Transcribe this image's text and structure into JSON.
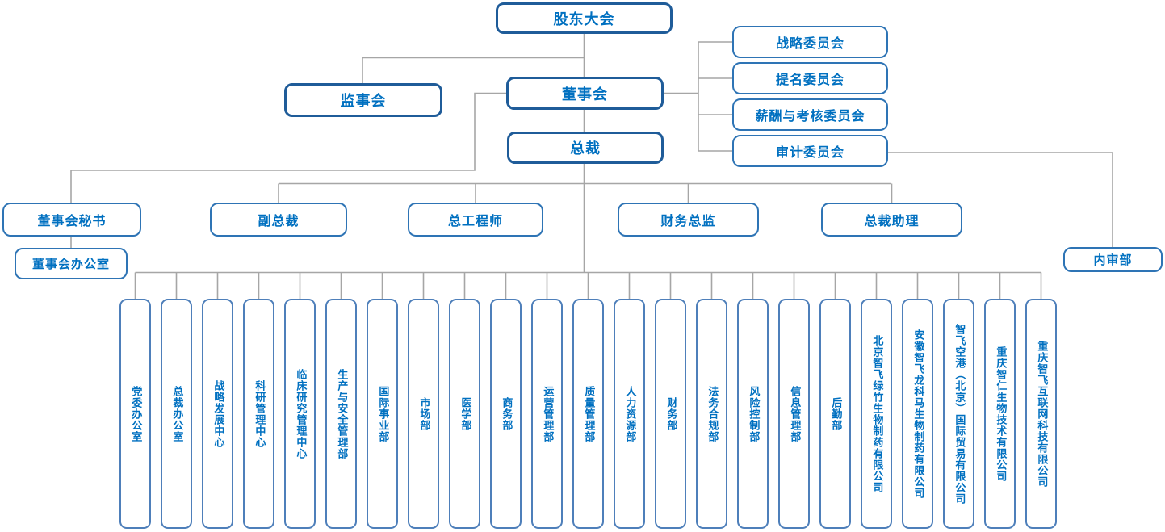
{
  "colors": {
    "text": "#0070C0",
    "tier1_border": "#1F5C99",
    "tier2_border": "#2E74B5",
    "tier3_border": "#4E7FBA",
    "line": "#A6A6A6"
  },
  "nodes": {
    "shareholders_meeting": {
      "label": "股东大会"
    },
    "supervisory_board": {
      "label": "监事会"
    },
    "board_of_directors": {
      "label": "董事会"
    },
    "president": {
      "label": "总裁"
    },
    "board_secretary": {
      "label": "董事会秘书"
    },
    "board_office": {
      "label": "董事会办公室"
    },
    "vice_president": {
      "label": "副总裁"
    },
    "chief_engineer": {
      "label": "总工程师"
    },
    "finance_director": {
      "label": "财务总监"
    },
    "president_assistant": {
      "label": "总裁助理"
    },
    "internal_audit_dept": {
      "label": "内审部"
    }
  },
  "committees": {
    "items": [
      {
        "label": "战略委员会"
      },
      {
        "label": "提名委员会"
      },
      {
        "label": "薪酬与考核委员会"
      },
      {
        "label": "审计委员会"
      }
    ]
  },
  "bottom_row": {
    "items": [
      {
        "label": "党委办公室"
      },
      {
        "label": "总裁办公室"
      },
      {
        "label": "战略发展中心"
      },
      {
        "label": "科研管理中心"
      },
      {
        "label": "临床研究管理中心"
      },
      {
        "label": "生产与安全管理部"
      },
      {
        "label": "国际事业部"
      },
      {
        "label": "市场部"
      },
      {
        "label": "医学部"
      },
      {
        "label": "商务部"
      },
      {
        "label": "运营管理部"
      },
      {
        "label": "质量管理部"
      },
      {
        "label": "人力资源部"
      },
      {
        "label": "财务部"
      },
      {
        "label": "法务合规部"
      },
      {
        "label": "风险控制部"
      },
      {
        "label": "信息管理部"
      },
      {
        "label": "后勤部"
      },
      {
        "label": "北京智飞绿竹生物制药有限公司"
      },
      {
        "label": "安徽智飞龙科马生物制药有限公司"
      },
      {
        "label": "智飞空港（北京）国际贸易有限公司"
      },
      {
        "label": "重庆智仁生物技术有限公司"
      },
      {
        "label": "重庆智飞互联网科技有限公司"
      }
    ]
  }
}
